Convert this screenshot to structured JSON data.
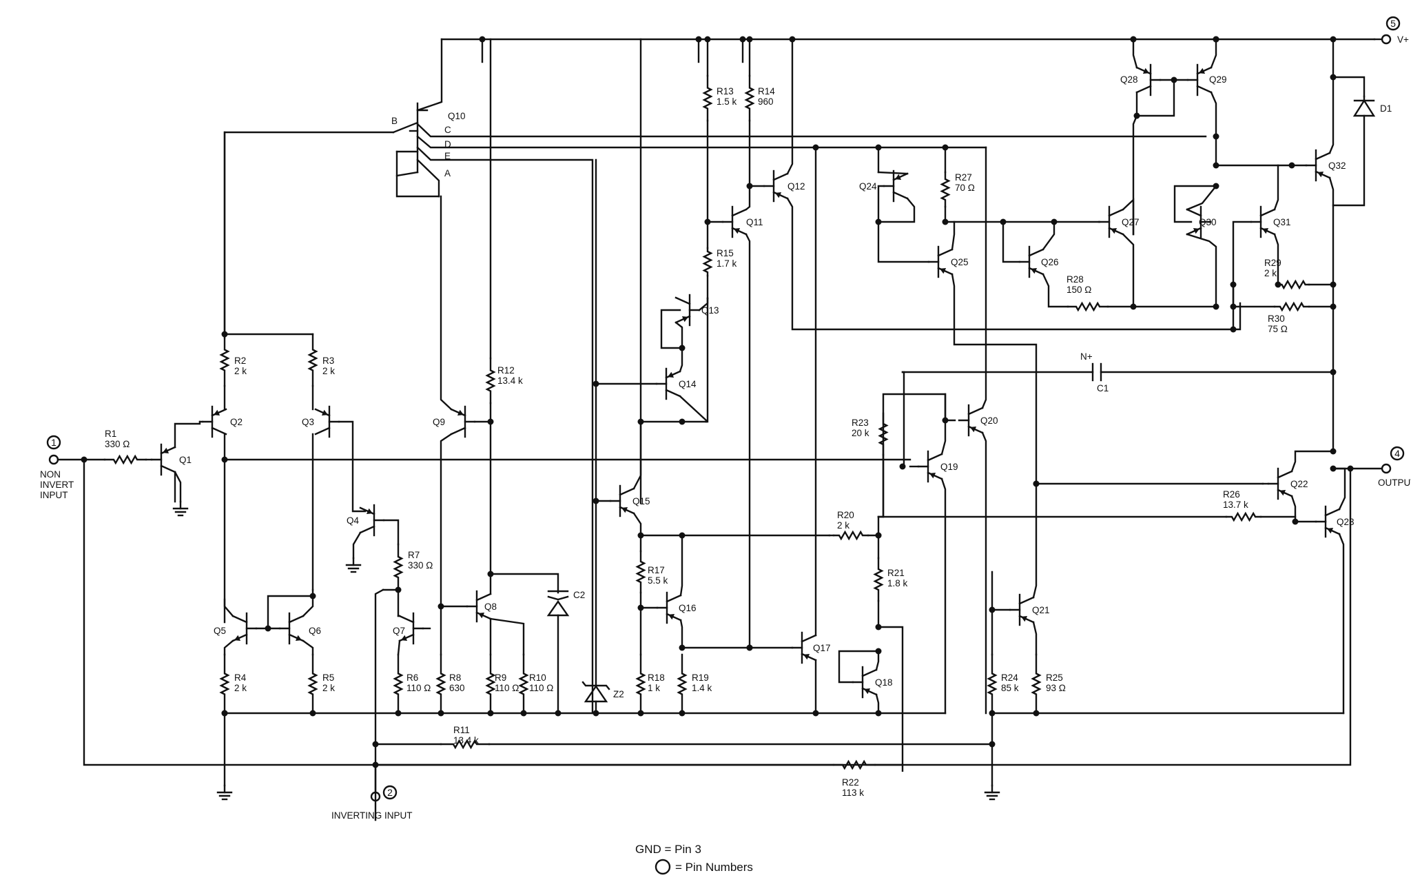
{
  "pins": {
    "p1": {
      "num": "1",
      "label": [
        "NON",
        "INVERT",
        "INPUT"
      ]
    },
    "p2": {
      "num": "2",
      "label": [
        "INVERTING INPUT"
      ]
    },
    "p4": {
      "num": "4",
      "label": [
        "OUTPUT"
      ]
    },
    "p5": {
      "num": "5",
      "label": [
        "V+"
      ]
    }
  },
  "transistors": {
    "Q1": "Q1",
    "Q2": "Q2",
    "Q3": "Q3",
    "Q4": "Q4",
    "Q5": "Q5",
    "Q6": "Q6",
    "Q7": "Q7",
    "Q8": "Q8",
    "Q9": "Q9",
    "Q10": "Q10",
    "Q11": "Q11",
    "Q12": "Q12",
    "Q13": "Q13",
    "Q14": "Q14",
    "Q15": "Q15",
    "Q16": "Q16",
    "Q17": "Q17",
    "Q18": "Q18",
    "Q19": "Q19",
    "Q20": "Q20",
    "Q21": "Q21",
    "Q22": "Q22",
    "Q23": "Q23",
    "Q24": "Q24",
    "Q25": "Q25",
    "Q26": "Q26",
    "Q27": "Q27",
    "Q28": "Q28",
    "Q29": "Q29",
    "Q30": "Q30",
    "Q31": "Q31",
    "Q32": "Q32"
  },
  "q10_terminals": {
    "B": "B",
    "C": "C",
    "D": "D",
    "E": "E",
    "A": "A"
  },
  "resistors": {
    "R1": {
      "name": "R1",
      "value": "330 Ω"
    },
    "R2": {
      "name": "R2",
      "value": "2 k"
    },
    "R3": {
      "name": "R3",
      "value": "2 k"
    },
    "R4": {
      "name": "R4",
      "value": "2 k"
    },
    "R5": {
      "name": "R5",
      "value": "2 k"
    },
    "R6": {
      "name": "R6",
      "value": "110 Ω"
    },
    "R7": {
      "name": "R7",
      "value": "330 Ω"
    },
    "R8": {
      "name": "R8",
      "value": "630"
    },
    "R9": {
      "name": "R9",
      "value": "110 Ω"
    },
    "R10": {
      "name": "R10",
      "value": "110 Ω"
    },
    "R11": {
      "name": "R11",
      "value": "13.4 k"
    },
    "R12": {
      "name": "R12",
      "value": "13.4 k"
    },
    "R13": {
      "name": "R13",
      "value": "1.5 k"
    },
    "R14": {
      "name": "R14",
      "value": "960"
    },
    "R15": {
      "name": "R15",
      "value": "1.7 k"
    },
    "R17": {
      "name": "R17",
      "value": "5.5 k"
    },
    "R18": {
      "name": "R18",
      "value": "1 k"
    },
    "R19": {
      "name": "R19",
      "value": "1.4 k"
    },
    "R20": {
      "name": "R20",
      "value": "2 k"
    },
    "R21": {
      "name": "R21",
      "value": "1.8 k"
    },
    "R22": {
      "name": "R22",
      "value": "113 k"
    },
    "R23": {
      "name": "R23",
      "value": "20 k"
    },
    "R24": {
      "name": "R24",
      "value": "85 k"
    },
    "R25": {
      "name": "R25",
      "value": "93 Ω"
    },
    "R26": {
      "name": "R26",
      "value": "13.7 k"
    },
    "R27": {
      "name": "R27",
      "value": "70 Ω"
    },
    "R28": {
      "name": "R28",
      "value": "150 Ω"
    },
    "R29": {
      "name": "R29",
      "value": "2 k"
    },
    "R30": {
      "name": "R30",
      "value": "75 Ω"
    }
  },
  "capacitors": {
    "C1": "C1",
    "C1_type": "N+",
    "C2": "C2"
  },
  "diodes": {
    "D1": "D1",
    "Z2": "Z2"
  },
  "legend": {
    "gnd": "GND = Pin 3",
    "pin_numbers": "= Pin Numbers"
  }
}
